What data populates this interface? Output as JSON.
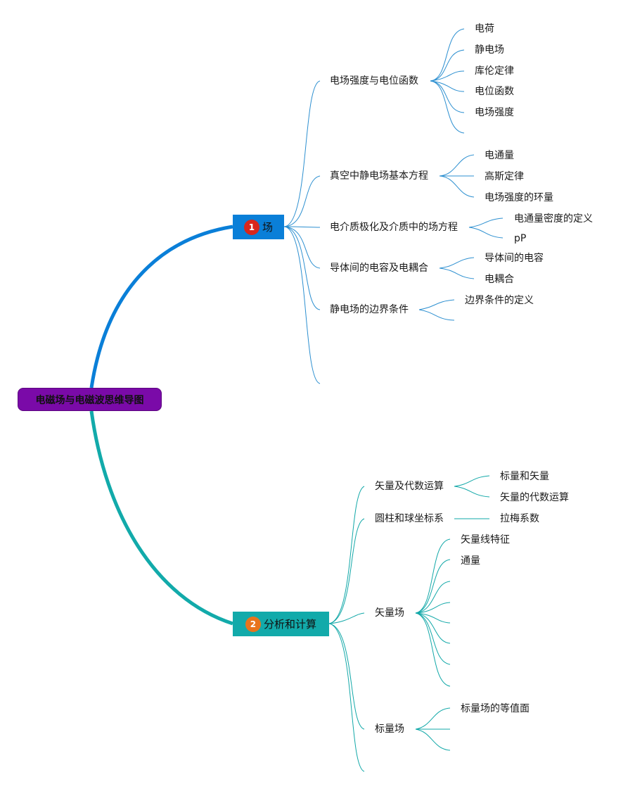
{
  "colors": {
    "root": "#7a0aa8",
    "branch1": "#0a7fd8",
    "branch2": "#12aaaa",
    "badge1": "#d8261c",
    "badge2": "#e8741c"
  },
  "root": {
    "label": "电磁场与电磁波思维导图"
  },
  "branch1": {
    "number": "1",
    "label": "场",
    "topics": [
      {
        "label": "电场强度与电位函数",
        "leaves": [
          "电荷",
          "静电场",
          "库伦定律",
          "电位函数",
          "电场强度"
        ]
      },
      {
        "label": "真空中静电场基本方程",
        "leaves": [
          "电通量",
          "高斯定律",
          "电场强度的环量"
        ]
      },
      {
        "label": "电介质极化及介质中的场方程",
        "leaves": [
          "电通量密度的定义",
          "pP"
        ]
      },
      {
        "label": "导体间的电容及电耦合",
        "leaves": [
          "导体间的电容",
          "电耦合"
        ]
      },
      {
        "label": "静电场的边界条件",
        "leaves": [
          "边界条件的定义"
        ]
      }
    ]
  },
  "branch2": {
    "number": "2",
    "label": "分析和计算",
    "topics": [
      {
        "label": "矢量及代数运算",
        "leaves": [
          "标量和矢量",
          "矢量的代数运算"
        ]
      },
      {
        "label": "圆柱和球坐标系",
        "leaves": [
          "拉梅系数"
        ]
      },
      {
        "label": "矢量场",
        "leaves": [
          "矢量线特征",
          "通量"
        ]
      },
      {
        "label": "标量场",
        "leaves": [
          "标量场的等值面"
        ]
      }
    ]
  }
}
